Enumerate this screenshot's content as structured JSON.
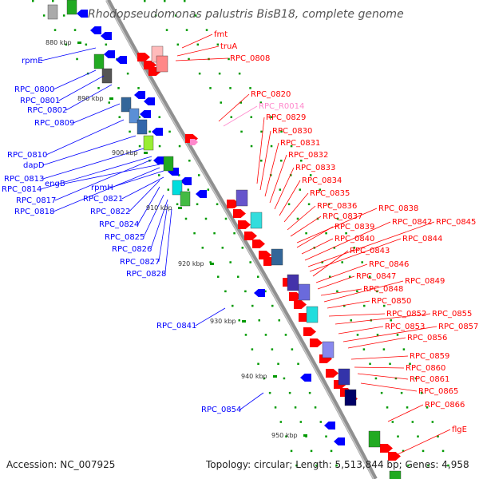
{
  "title": "Rhodopseudomonas palustris BisB18, complete genome",
  "footer": {
    "accession": "Accession: NC_007925",
    "summary": "Topology: circular; Length: 5,513,844 bp; Genes: 4,958"
  },
  "colors": {
    "forward_strand": "#ff0000",
    "reverse_strand": "#0000ff",
    "rrna_like": "#ff88cc",
    "backbone": "#808080",
    "tick": "#009900"
  },
  "scale_ticks": [
    "880 kbp",
    "890 kbp",
    "900 kbp",
    "910 kbp",
    "920 kbp",
    "930 kbp",
    "940 kbp",
    "950 kbp"
  ],
  "left_labels": [
    "rpmE",
    "RPC_0800",
    "RPC_0801",
    "RPC_0802",
    "RPC_0809",
    "RPC_0810",
    "dapD",
    "RPC_0813",
    "RPC_0814",
    "engB",
    "rpmH",
    "RPC_0817",
    "RPC_0818",
    "RPC_0821",
    "RPC_0822",
    "RPC_0824",
    "RPC_0825",
    "RPC_0826",
    "RPC_0827",
    "RPC_0828",
    "RPC_0841",
    "RPC_0854"
  ],
  "right_labels": [
    "fmt",
    "truA",
    "RPC_0808",
    "RPC_0820",
    "RPC_R0014",
    "RPC_0829",
    "RPC_0830",
    "RPC_0831",
    "RPC_0832",
    "RPC_0833",
    "RPC_0834",
    "RPC_0835",
    "RPC_0836",
    "RPC_0837",
    "RPC_0838",
    "RPC_0839",
    "RPC_0840",
    "RPC_0842",
    "RPC_0845",
    "RPC_0844",
    "RPC_0843",
    "RPC_0846",
    "RPC_0847",
    "RPC_0848",
    "RPC_0849",
    "RPC_0850",
    "RPC_0852",
    "RPC_0855",
    "RPC_0853",
    "RPC_0857",
    "RPC_0856",
    "RPC_0859",
    "RPC_0860",
    "RPC_0861",
    "RPC_0865",
    "RPC_0866",
    "flgE"
  ]
}
